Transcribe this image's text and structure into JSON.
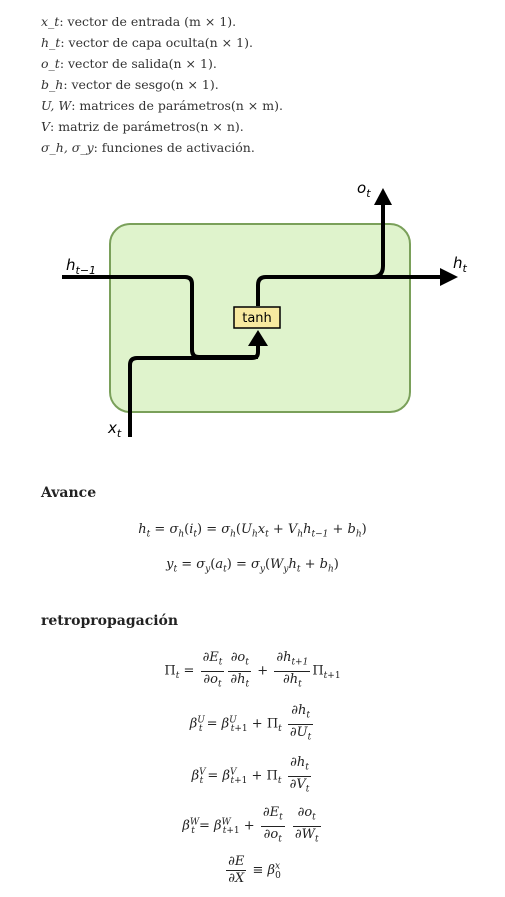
{
  "definitions": [
    {
      "sym": "x_t",
      "text": ": vector de entrada (m × 1)."
    },
    {
      "sym": "h_t",
      "text": ": vector de capa oculta(n × 1)."
    },
    {
      "sym": "o_t",
      "text": ": vector de salida(n × 1)."
    },
    {
      "sym": "b_h",
      "text": ": vector de sesgo(n × 1)."
    },
    {
      "sym": "U, W",
      "text": ": matrices de parámetros(n × m)."
    },
    {
      "sym": "V",
      "text": ": matriz de parámetros(n × n)."
    },
    {
      "sym": "σ_h, σ_y",
      "text": ": funciones de activación."
    }
  ],
  "diagram": {
    "input_label": "x_t",
    "prev_hidden_label": "h_{t-1}",
    "hidden_label": "h_t",
    "output_label": "o_t",
    "activation_label": "tanh",
    "cell_color": "#dff3cc",
    "cell_border": "#7aa05a",
    "activation_fill": "#f7e9a0"
  },
  "sections": {
    "forward_title": "Avance",
    "backprop_title": "retropropagación"
  },
  "equations": {
    "forward_1": "h_t = σ_h(i_t) = σ_h(U_h x_t + V_h h_{t-1} + b_h)",
    "forward_2": "y_t = σ_y(a_t) = σ_y(W_y h_t + b_h)",
    "back_1": "Π_t = ∂E_t/∂o_t · ∂o_t/∂h_t + ∂h_{t+1}/∂h_t Π_{t+1}",
    "back_2": "β_t^U = β_{t+1}^U + Π_t ∂h_t/∂U_t",
    "back_3": "β_t^V = β_{t+1}^V + Π_t ∂h_t/∂V_t",
    "back_4": "β_t^W = β_{t+1}^W + ∂E_t/∂o_t · ∂o_t/∂W_t",
    "back_5": "∂E/∂X ≡ β_0^x"
  }
}
